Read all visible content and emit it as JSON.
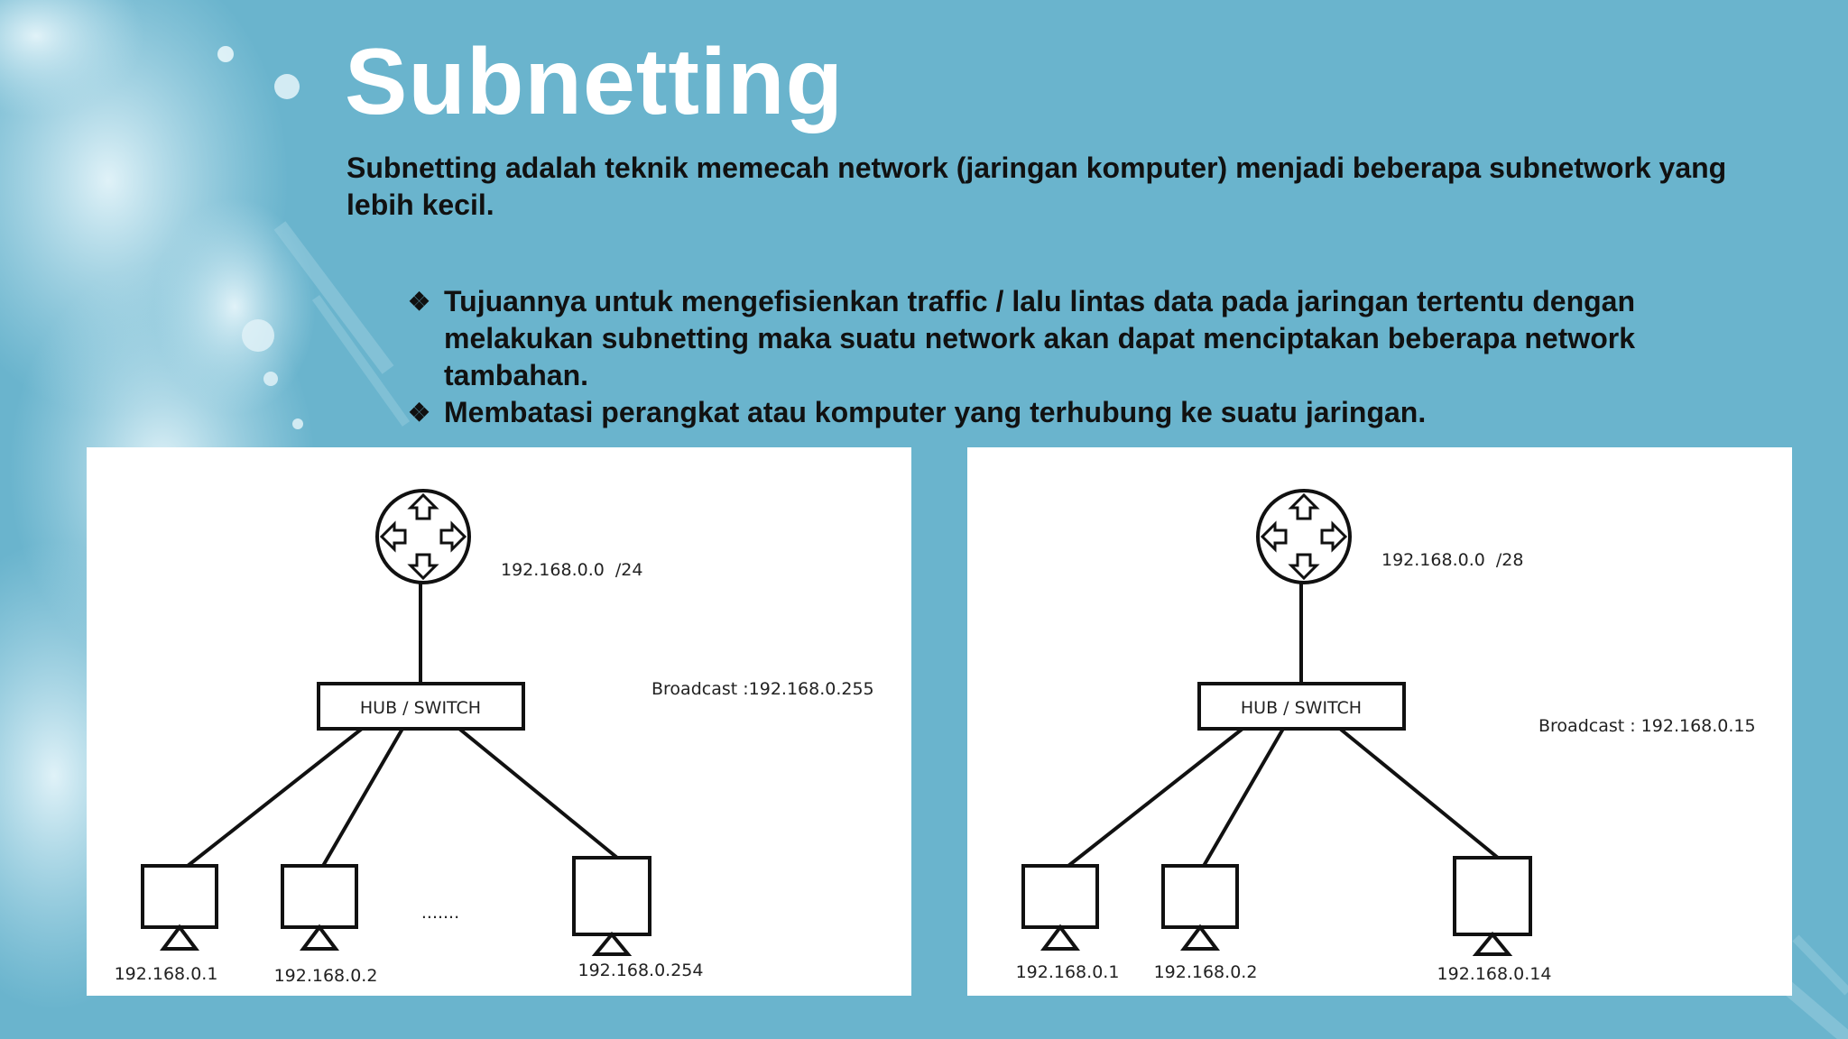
{
  "slide": {
    "title": "Subnetting",
    "intro": "Subnetting adalah teknik memecah network (jaringan komputer) menjadi beberapa subnetwork yang lebih kecil.",
    "bullet_icon": "diamond-bullet-icon",
    "bullets": [
      "Tujuannya untuk mengefisienkan traffic / lalu lintas data pada jaringan tertentu dengan melakukan subnetting maka suatu network akan dapat menciptakan beberapa network tambahan.",
      "Membatasi perangkat atau komputer yang terhubung ke suatu jaringan."
    ]
  },
  "diagrams": [
    {
      "network": "192.168.0.0  /24",
      "switch_label": "HUB / SWITCH",
      "broadcast": "Broadcast :192.168.0.255",
      "ellipsis": ".......",
      "hosts": [
        "192.168.0.1",
        "192.168.0.2",
        "192.168.0.254"
      ]
    },
    {
      "network": "192.168.0.0  /28",
      "switch_label": "HUB / SWITCH",
      "broadcast": "Broadcast : 192.168.0.15",
      "hosts": [
        "192.168.0.1",
        "192.168.0.2",
        "192.168.0.14"
      ]
    }
  ],
  "colors": {
    "background": "#6ab4cd",
    "title": "#ffffff",
    "text": "#111111",
    "panel": "#ffffff"
  }
}
